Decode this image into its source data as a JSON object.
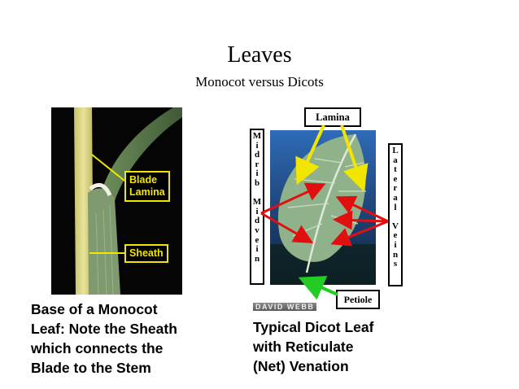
{
  "slide": {
    "title": "Leaves",
    "subtitle": "Monocot versus Dicots"
  },
  "monocot": {
    "labels": {
      "blade": "Blade",
      "lamina": "Lamina",
      "sheath": "Sheath"
    },
    "caption_lines": [
      "Base of a Monocot",
      "Leaf: Note the Sheath",
      "which connects the",
      "Blade to the Stem"
    ]
  },
  "dicot": {
    "labels": {
      "lamina": "Lamina",
      "midrib_midvein": "Midrib Midvein",
      "lateral_veins": "Lateral Veins",
      "petiole": "Petiole"
    },
    "credit": "DAVID WEBB",
    "caption_lines": [
      "Typical Dicot Leaf",
      "with Reticulate",
      "(Net) Venation"
    ]
  },
  "colors": {
    "label_yellow": "#f2e600",
    "arrow_red": "#e01010",
    "arrow_green": "#22cc22",
    "leaf_green": "#8fb28a",
    "sky_blue": "#1d2f4c"
  }
}
